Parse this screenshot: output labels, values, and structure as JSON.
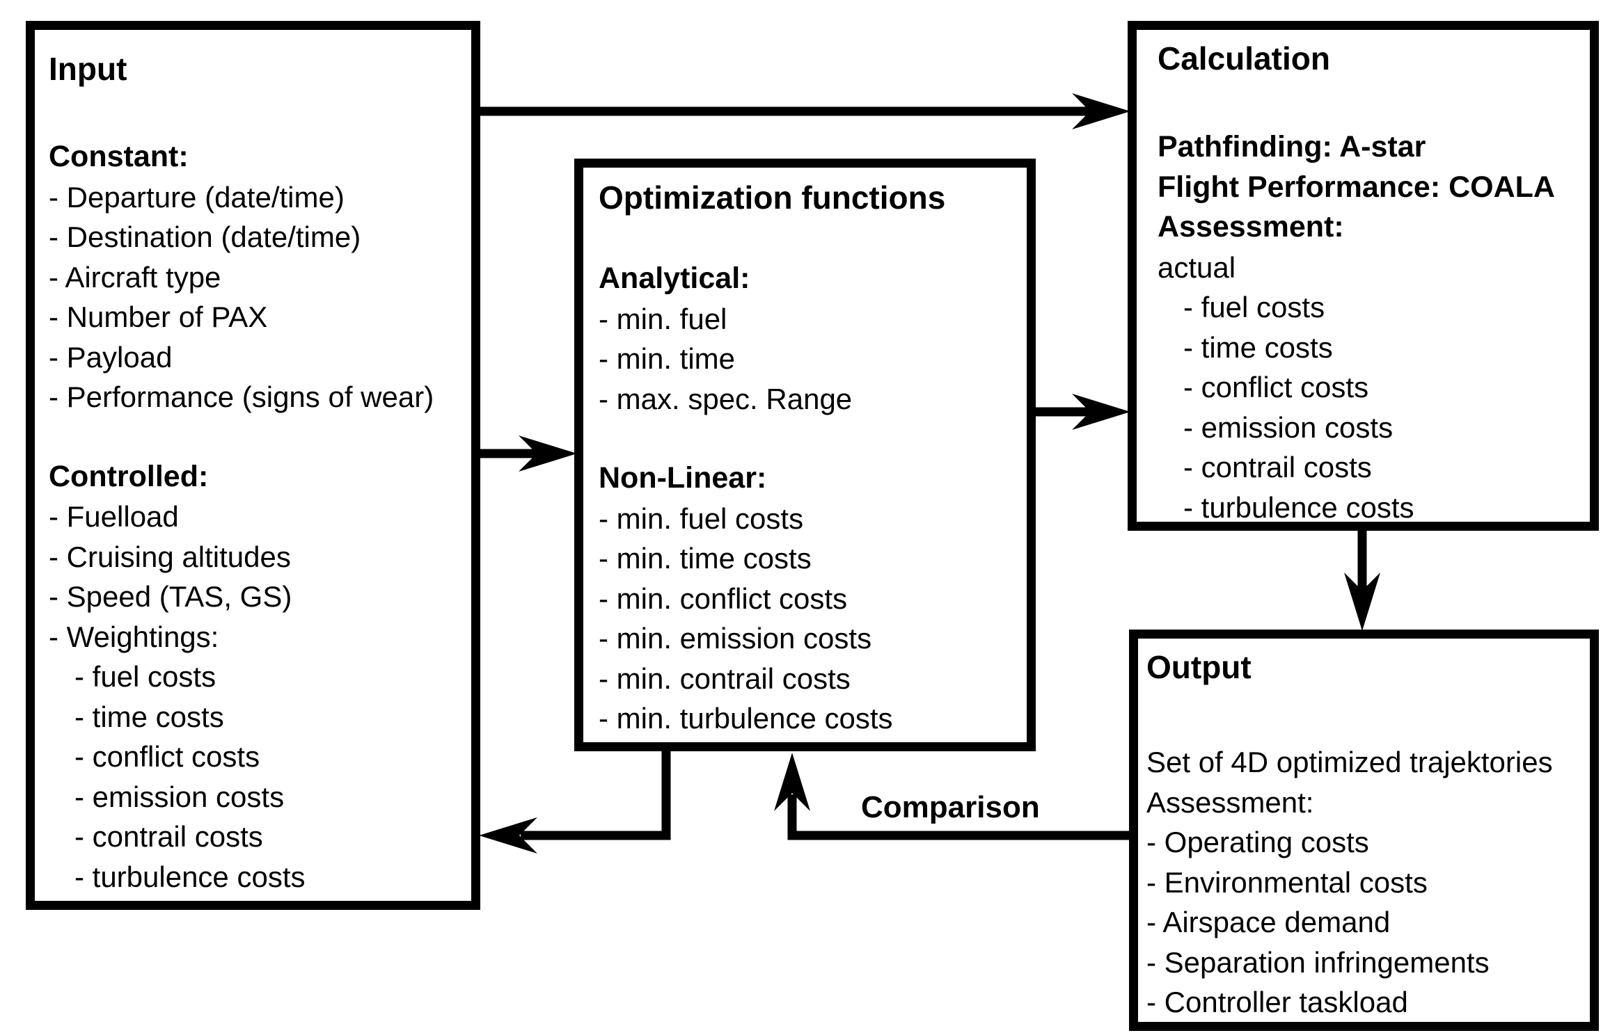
{
  "diagram": {
    "background": "#ffffff",
    "ink": "#000000",
    "comparison_label": "Comparison",
    "boxes": [
      {
        "key": "input",
        "title": "Input",
        "lines": [
          {
            "text": "Constant:",
            "bold": true
          },
          {
            "text": "- Departure (date/time)"
          },
          {
            "text": "- Destination (date/time)"
          },
          {
            "text": "- Aircraft type"
          },
          {
            "text": "- Number of PAX"
          },
          {
            "text": "- Payload"
          },
          {
            "text": "- Performance (signs of wear)"
          },
          {
            "text": "Controlled:",
            "bold": true,
            "gap": true
          },
          {
            "text": "- Fuelload"
          },
          {
            "text": "- Cruising altitudes"
          },
          {
            "text": "- Speed (TAS, GS)"
          },
          {
            "text": "- Weightings:"
          },
          {
            "text": "- fuel costs",
            "indent": 1
          },
          {
            "text": "- time costs",
            "indent": 1
          },
          {
            "text": "- conflict costs",
            "indent": 1
          },
          {
            "text": "- emission costs",
            "indent": 1
          },
          {
            "text": "- contrail costs",
            "indent": 1
          },
          {
            "text": "- turbulence costs",
            "indent": 1
          }
        ]
      },
      {
        "key": "optimization",
        "title": "Optimization functions",
        "lines": [
          {
            "text": "Analytical:",
            "bold": true
          },
          {
            "text": "- min. fuel"
          },
          {
            "text": "- min. time"
          },
          {
            "text": "- max. spec. Range"
          },
          {
            "text": "Non-Linear:",
            "bold": true,
            "gap": true
          },
          {
            "text": "- min. fuel costs"
          },
          {
            "text": "- min. time costs"
          },
          {
            "text": "- min. conflict costs"
          },
          {
            "text": "- min. emission costs"
          },
          {
            "text": "- min. contrail costs"
          },
          {
            "text": "- min. turbulence costs"
          }
        ]
      },
      {
        "key": "calculation",
        "title": "Calculation",
        "lines": [
          {
            "text": "Pathfinding: A-star",
            "bold": true
          },
          {
            "text": "Flight Performance: COALA",
            "bold": true
          },
          {
            "text": "Assessment:",
            "bold": true
          },
          {
            "text": "actual"
          },
          {
            "text": "- fuel costs",
            "indent": 1
          },
          {
            "text": "- time costs",
            "indent": 1
          },
          {
            "text": "- conflict costs",
            "indent": 1
          },
          {
            "text": "- emission costs",
            "indent": 1
          },
          {
            "text": "- contrail costs",
            "indent": 1
          },
          {
            "text": "- turbulence costs",
            "indent": 1
          }
        ]
      },
      {
        "key": "output",
        "title": "Output",
        "lines": [
          {
            "text": "Set of 4D optimized trajektories"
          },
          {
            "text": "Assessment:"
          },
          {
            "text": "- Operating costs"
          },
          {
            "text": "- Environmental costs"
          },
          {
            "text": "- Airspace demand"
          },
          {
            "text": "- Separation infringements"
          },
          {
            "text": "- Controller taskload"
          }
        ]
      }
    ],
    "arrows": [
      {
        "name": "input-to-calculation",
        "from": "Input",
        "to": "Calculation"
      },
      {
        "name": "input-to-optimization-functions",
        "from": "Input",
        "to": "Optimization functions"
      },
      {
        "name": "optimization-functions-to-calculation",
        "from": "Optimization functions",
        "to": "Calculation"
      },
      {
        "name": "calculation-to-output",
        "from": "Calculation",
        "to": "Output"
      },
      {
        "name": "output-to-optimization-functions",
        "from": "Output",
        "to": "Optimization functions",
        "label": "Comparison"
      },
      {
        "name": "optimization-functions-to-input",
        "from": "Optimization functions",
        "to": "Input"
      }
    ]
  }
}
